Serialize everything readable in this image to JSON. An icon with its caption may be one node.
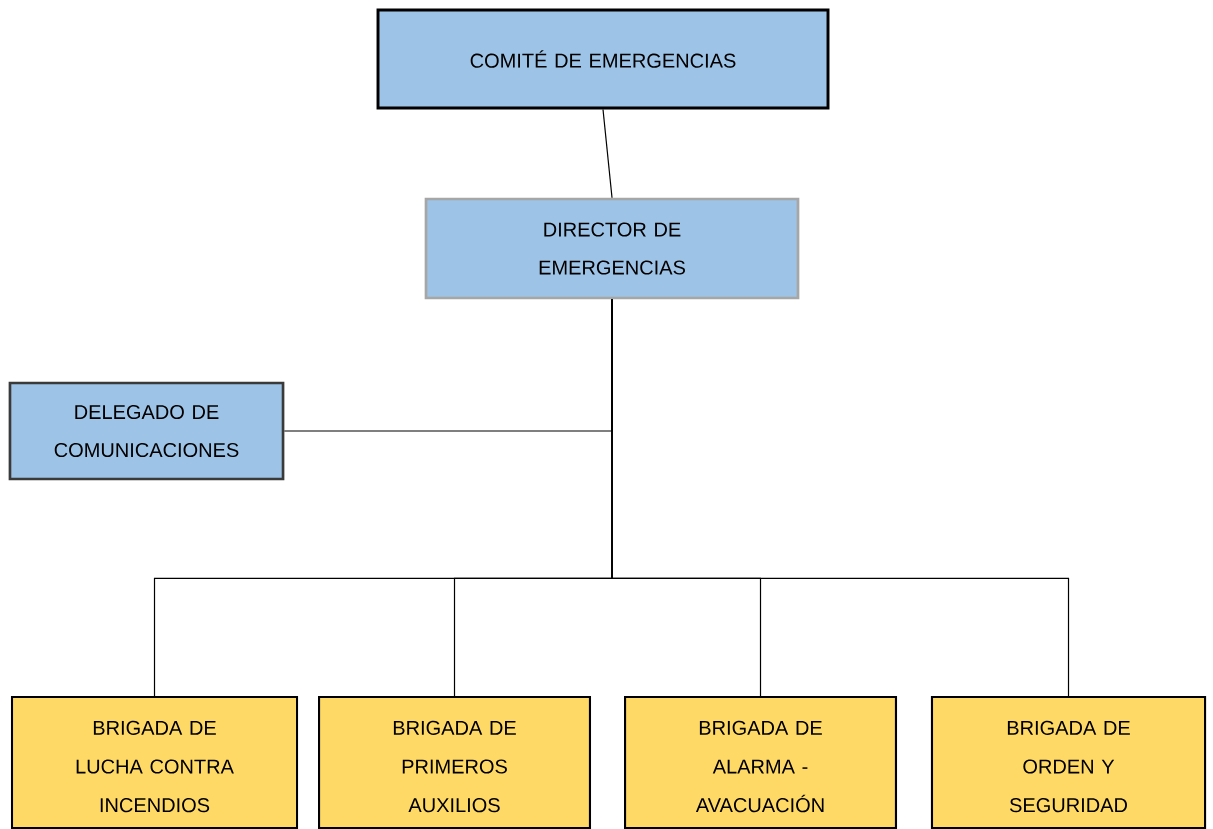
{
  "diagram": {
    "nodes": [
      {
        "text": [
          "COMITÉ DE EMERGENCIAS"
        ]
      },
      {
        "text": [
          "DIRECTOR DE EMERGENCIAS"
        ]
      },
      {
        "text": [
          "DELEGADO DE COMUNICACIONES"
        ]
      },
      {
        "text": [
          "BRIGADA DE LUCHA CONTRA INCENDIOS"
        ]
      },
      {
        "text": [
          "BRIGADA DE PRIMEROS AUXILIOS"
        ]
      },
      {
        "text": [
          "BRIGADA DE ALARMA - AVACUACIÓN"
        ]
      },
      {
        "text": [
          "BRIGADA DE ORDEN Y SEGURIDAD"
        ]
      }
    ],
    "edges": [
      {
        "from": 0,
        "to": 1,
        "arrow": "none"
      },
      {
        "from": 1,
        "to": 2,
        "arrow": "none"
      },
      {
        "from": 1,
        "to": 3,
        "arrow": "none"
      },
      {
        "from": 1,
        "to": 4,
        "arrow": "none"
      },
      {
        "from": 1,
        "to": 5,
        "arrow": "none"
      },
      {
        "from": 1,
        "to": 6,
        "arrow": "none"
      }
    ]
  }
}
